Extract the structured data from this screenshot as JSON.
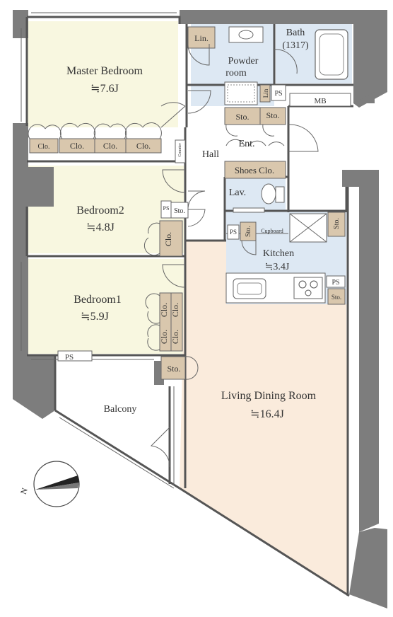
{
  "rooms": {
    "master_bedroom": {
      "name": "Master Bedroom",
      "size": "≒7.6J"
    },
    "bedroom2": {
      "name": "Bedroom2",
      "size": "≒4.8J"
    },
    "bedroom1": {
      "name": "Bedroom1",
      "size": "≒5.9J"
    },
    "living_dining": {
      "name": "Living Dining Room",
      "size": "≒16.4J"
    },
    "kitchen": {
      "name": "Kitchen",
      "size": "≒3.4J"
    },
    "balcony": {
      "name": "Balcony"
    },
    "bath": {
      "name": "Bath",
      "size": "(1317)"
    },
    "powder_room": {
      "line1": "Powder",
      "line2": "room"
    },
    "hall": {
      "name": "Hall"
    },
    "entrance": {
      "name": "Ent."
    },
    "lavatory": {
      "name": "Lav."
    }
  },
  "storage": {
    "lin": "Lin.",
    "lin_small": "Lin",
    "clo": "Clo.",
    "sto": "Sto.",
    "ps": "PS",
    "mb": "MB",
    "shoes_clo": "Shoes Clo.",
    "cupboard": "Cupboard",
    "counter": "Counter"
  },
  "compass": {
    "label": "N"
  },
  "colors": {
    "bedroom_floor": "#f8f7e0",
    "living_floor": "#faebdc",
    "wet_area_floor": "#dde8f3",
    "storage_box": "#d9c7ad",
    "wall": "#7d7d7d"
  }
}
